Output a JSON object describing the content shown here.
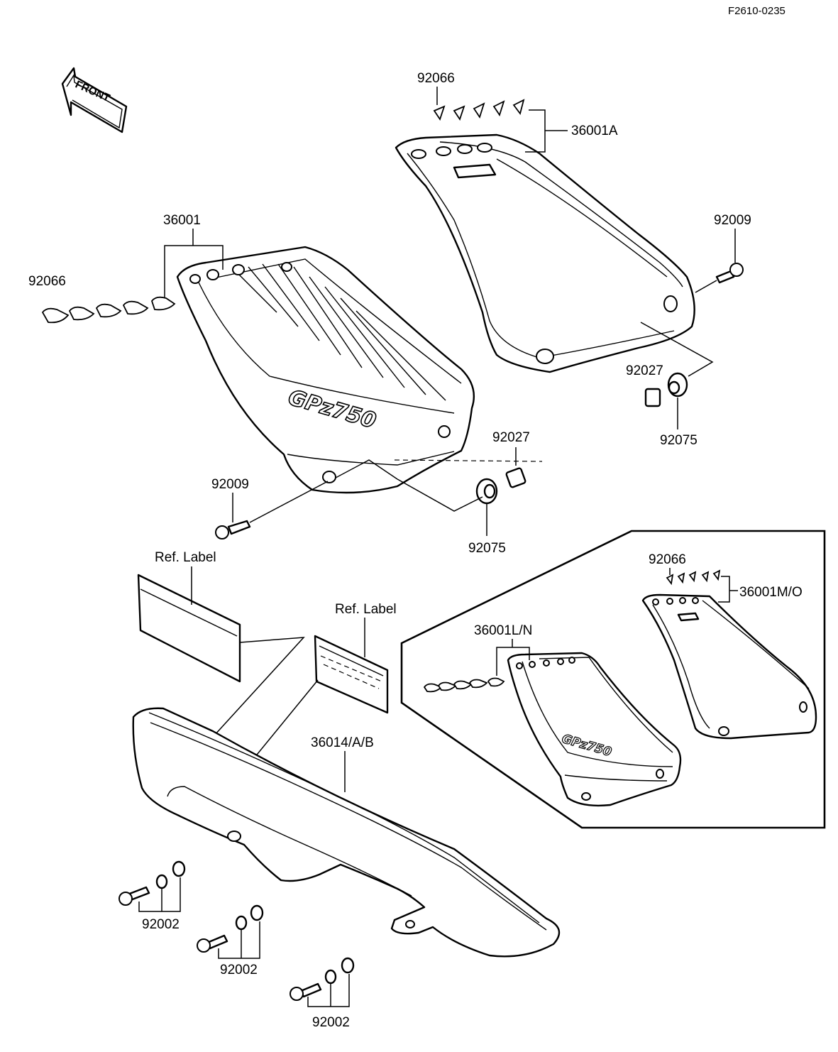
{
  "doc_code": "F2610-0235",
  "front_label": "FRONT",
  "labels": {
    "clip_top": "92066",
    "cover_right_top": "36001A",
    "cover_left": "36001",
    "clip_left": "92066",
    "bolt_right": "92009",
    "spacer_right": "92027",
    "grommet_right": "92075",
    "spacer_mid": "92027",
    "bolt_left": "92009",
    "grommet_mid": "92075",
    "ref_label_left": "Ref. Label",
    "ref_label_right": "Ref. Label",
    "chain_guard": "36014/A/B",
    "clip_inset": "92066",
    "cover_inset_right": "36001M/O",
    "cover_inset_left": "36001L/N",
    "bolt_a": "92002",
    "bolt_b": "92002",
    "bolt_c": "92002"
  },
  "emblem": {
    "main": "GPz750",
    "inset": "GPz750"
  }
}
